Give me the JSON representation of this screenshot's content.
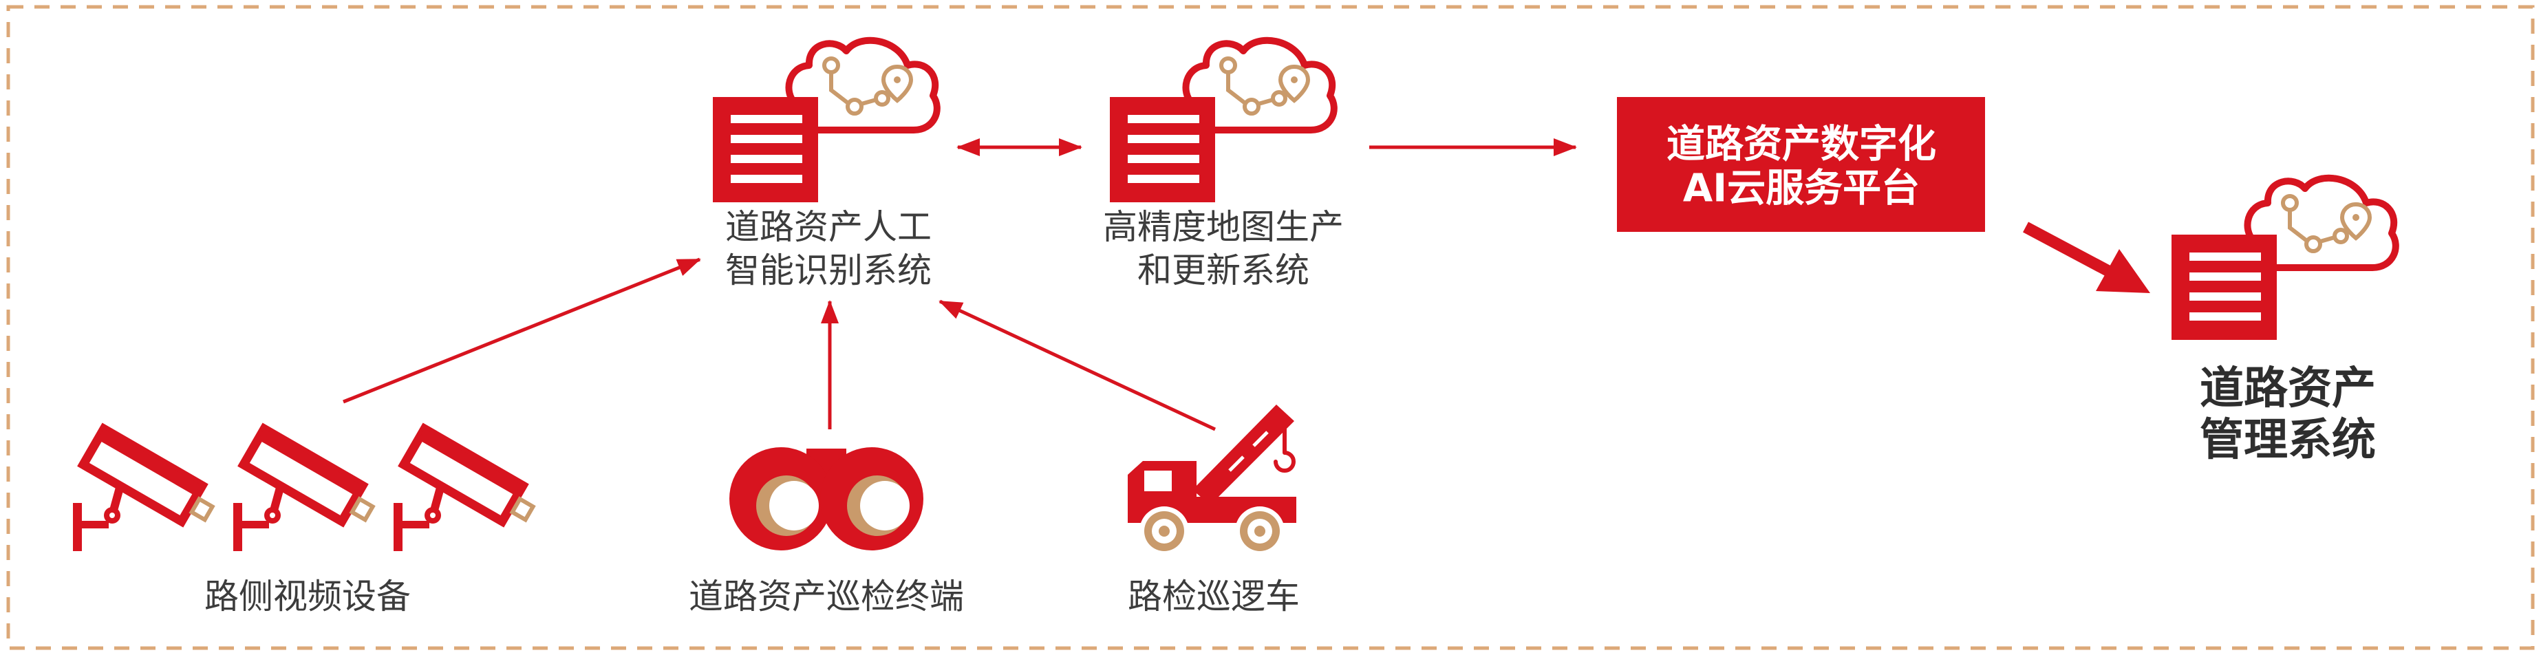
{
  "colors": {
    "accent_red": "#d7141f",
    "accent_gold": "#c99a6b",
    "border_dashed": "#dca878",
    "label_text": "#3c3c3c",
    "platform_text": "#ffffff"
  },
  "systems": {
    "recognition": {
      "icon": "server-cloud-icon",
      "label": [
        "道路资产人工",
        "智能识别系统"
      ]
    },
    "hd_map": {
      "icon": "server-cloud-icon",
      "label": [
        "高精度地图生产",
        "和更新系统"
      ]
    },
    "platform": {
      "label": [
        "道路资产数字化",
        "AI云服务平台"
      ]
    },
    "management": {
      "icon": "server-cloud-icon",
      "label": [
        "道路资产",
        "管理系统"
      ]
    }
  },
  "sources": {
    "roadside_video": {
      "icon": "cctv-camera-icon",
      "label": "路侧视频设备"
    },
    "inspection_terminal": {
      "icon": "binocular-terminal-icon",
      "label": "道路资产巡检终端"
    },
    "patrol_vehicle": {
      "icon": "tow-truck-icon",
      "label": "路检巡逻车"
    }
  }
}
